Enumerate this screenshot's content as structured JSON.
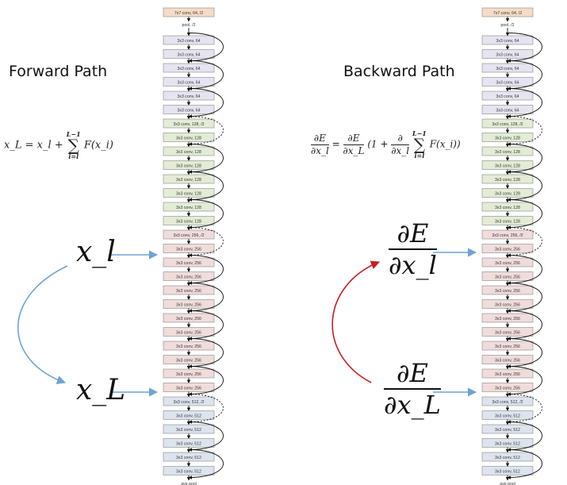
{
  "headings": {
    "forward": "Forward Path",
    "backward": "Backward Path"
  },
  "forward_formula": {
    "lhs": "x_L = x_l + ",
    "sum_top": "L−1",
    "sum_sym": "∑",
    "sum_bottom": "i=l",
    "term": "F(x_i)"
  },
  "backward_formula": {
    "d1_num": "∂E",
    "d1_den": "∂x_l",
    "eq": "=",
    "d2_num": "∂E",
    "d2_den": "∂x_L",
    "open": "(1 + ",
    "d3_num": "∂",
    "d3_den": "∂x_l",
    "sum_top": "L−1",
    "sum_sym": "∑",
    "sum_bottom": "i=l",
    "term": "F(x_i))"
  },
  "big_labels": {
    "x_l": "x_l",
    "x_L": "x_L",
    "grad_l_num": "∂E",
    "grad_l_den": "∂x_l",
    "grad_L_num": "∂E",
    "grad_L_den": "∂x_L"
  },
  "network": {
    "top": "7x7 conv, 64, /2",
    "pool": "pool, /2",
    "bottom": "avg pool",
    "layers": [
      "3x3 conv, 64",
      "3x3 conv, 64",
      "3x3 conv, 64",
      "3x3 conv, 64",
      "3x3 conv, 64",
      "3x3 conv, 64",
      "3x3 conv, 128, /2",
      "3x3 conv, 128",
      "3x3 conv, 128",
      "3x3 conv, 128",
      "3x3 conv, 128",
      "3x3 conv, 128",
      "3x3 conv, 128",
      "3x3 conv, 128",
      "3x3 conv, 256, /2",
      "3x3 conv, 256",
      "3x3 conv, 256",
      "3x3 conv, 256",
      "3x3 conv, 256",
      "3x3 conv, 256",
      "3x3 conv, 256",
      "3x3 conv, 256",
      "3x3 conv, 256",
      "3x3 conv, 256",
      "3x3 conv, 256",
      "3x3 conv, 256",
      "3x3 conv, 512, /2",
      "3x3 conv, 512",
      "3x3 conv, 512",
      "3x3 conv, 512",
      "3x3 conv, 512",
      "3x3 conv, 512"
    ]
  },
  "colors": {
    "conv64": "#e6e4f0",
    "conv128": "#e3ecd5",
    "conv256": "#f1dcdc",
    "conv512": "#dde4ee",
    "top_block": "#f4dcc8",
    "forward_arrow": "#6fa3d2",
    "backward_arrow": "#c81e1e",
    "skip_line": "#111111"
  }
}
